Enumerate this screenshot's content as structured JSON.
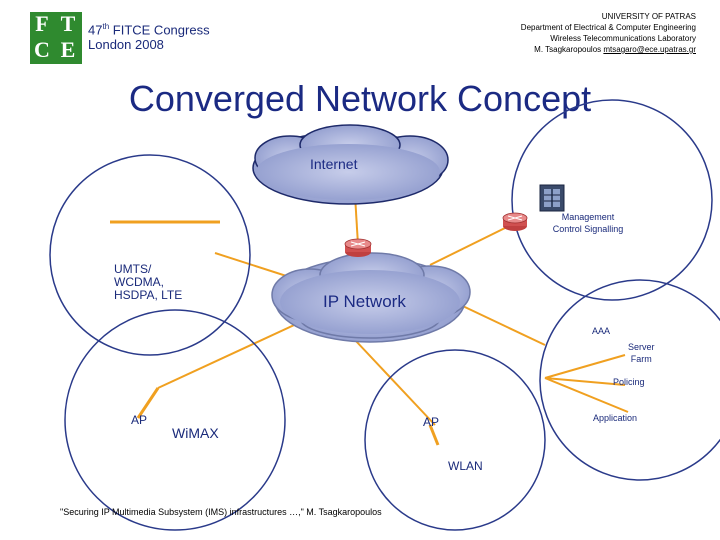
{
  "header": {
    "logo_text": [
      "F",
      "T",
      "C",
      "E"
    ],
    "congress_prefix": "47",
    "congress_sup": "th",
    "congress_name": "FITCE Congress",
    "congress_place": "London 2008",
    "univ_lines": [
      "UNIVERSITY OF PATRAS",
      "Department of Electrical & Computer Engineering",
      "Wireless Telecommunications Laboratory"
    ],
    "author_prefix": "M. Tsagkaropoulos",
    "author_email": "mtsagaro@ece.upatras.gr"
  },
  "title": "Converged Network Concept",
  "diagram": {
    "internet_label": "Internet",
    "ip_network_label": "IP Network",
    "umts_label": [
      "UMTS/",
      "WCDMA,",
      "HSDPA, LTE"
    ],
    "wimax_label": "WiMAX",
    "wlan_label": "WLAN",
    "ap_label_left": "AP",
    "ap_label_mid": "AP",
    "mgmt_label": [
      "Management",
      "Control Signalling"
    ],
    "aaa_label": "AAA",
    "server_farm_label": [
      "Server",
      "Farm"
    ],
    "policing_label": "Policing",
    "application_label": "Application"
  },
  "footer": "\"Securing IP Multimedia Subsystem (IMS) infrastructures …,\" M. Tsagkaropoulos",
  "colors": {
    "title": "#1b2a83",
    "logo": "#2f8a2f",
    "links": "#f0a020",
    "cloud": "#9aa6d6",
    "circle": "#2a3a8a"
  }
}
